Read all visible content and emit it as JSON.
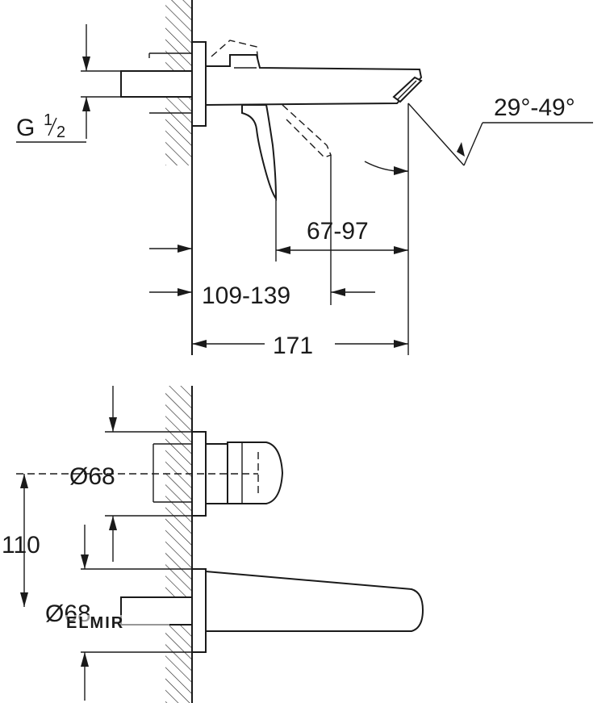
{
  "side_view": {
    "thread_label": "G",
    "thread_num": "1",
    "thread_den": "2",
    "angle_label": "29°-49°",
    "dim_inner": "67-97",
    "dim_middle": "109-139",
    "dim_total": "171"
  },
  "front_view": {
    "diameter_top": "Ø68",
    "height": "110",
    "diameter_bottom": "Ø68"
  },
  "watermark": "ELMIR"
}
